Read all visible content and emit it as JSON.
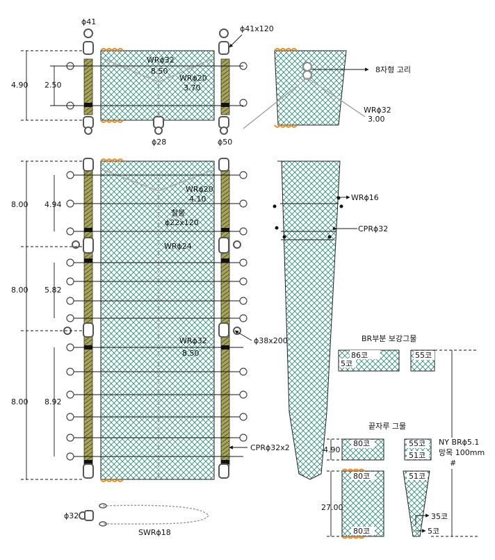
{
  "labels": {
    "phi41": "ϕ41",
    "phi41x120": "ϕ41x120",
    "d490": "4.90",
    "d250": "2.50",
    "wr32": "WRϕ32",
    "v850": "8.50",
    "wr20": "WRϕ20",
    "v370": "3.70",
    "phi28": "ϕ28",
    "phi50": "ϕ50",
    "ring8": "8자형 고리",
    "wr32b": "WRϕ32",
    "v300": "3.00",
    "d800a": "8.00",
    "d494": "4.94",
    "wr20b": "WRϕ20",
    "v410": "4.10",
    "steel": "철봉",
    "phi22": "ϕ22x120",
    "wr24": "WRϕ24",
    "wr16": "WRϕ16",
    "cpr32": "CPRϕ32",
    "d800b": "8.00",
    "d582": "5.82",
    "phi38": "ϕ38x200",
    "wr32c": "WRϕ32",
    "v850b": "8.50",
    "d800c": "8.00",
    "d892": "8.92",
    "cpr32x2": "CPRϕ32x2",
    "brTitle": "BR부분 보강그물",
    "c86": "86코",
    "c5a": "5코",
    "c55a": "55코",
    "tailTitle": "끝자루 그물",
    "d490b": "4.90",
    "c80a": "80코",
    "c55b": "55코",
    "c51a": "51코",
    "nyLine1": "NY BRϕ5.1",
    "nyLine2": "망목 100mm",
    "hash": "#",
    "d2700": "27.00",
    "c80b": "80코",
    "c51b": "51코",
    "c80c": "80코",
    "c35": "35코",
    "c5b": "5코",
    "phi32": "ϕ32",
    "swr18": "SWRϕ18"
  },
  "colors": {
    "netLine": "#2e8a7a",
    "rope": "#8b8b3c",
    "float": "#f08a1c"
  }
}
